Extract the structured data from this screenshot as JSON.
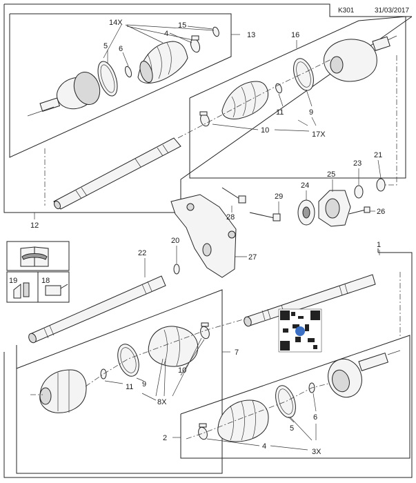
{
  "header": {
    "code": "K301",
    "date": "31/03/2017"
  },
  "callouts": {
    "c1": "1",
    "c2": "2",
    "c3x": "3X",
    "c4a": "4",
    "c4b": "4",
    "c5a": "5",
    "c5b": "5",
    "c6a": "6",
    "c6b": "6",
    "c7": "7",
    "c8x": "8X",
    "c9a": "9",
    "c9b": "9",
    "c10a": "10",
    "c10b": "10",
    "c11a": "11",
    "c11b": "11",
    "c12": "12",
    "c13": "13",
    "c14x": "14X",
    "c15": "15",
    "c16": "16",
    "c17x": "17X",
    "c18": "18",
    "c19": "19",
    "c20": "20",
    "c21": "21",
    "c22": "22",
    "c23": "23",
    "c24": "24",
    "c25": "25",
    "c26": "26",
    "c27": "27",
    "c28": "28",
    "c29": "29"
  }
}
